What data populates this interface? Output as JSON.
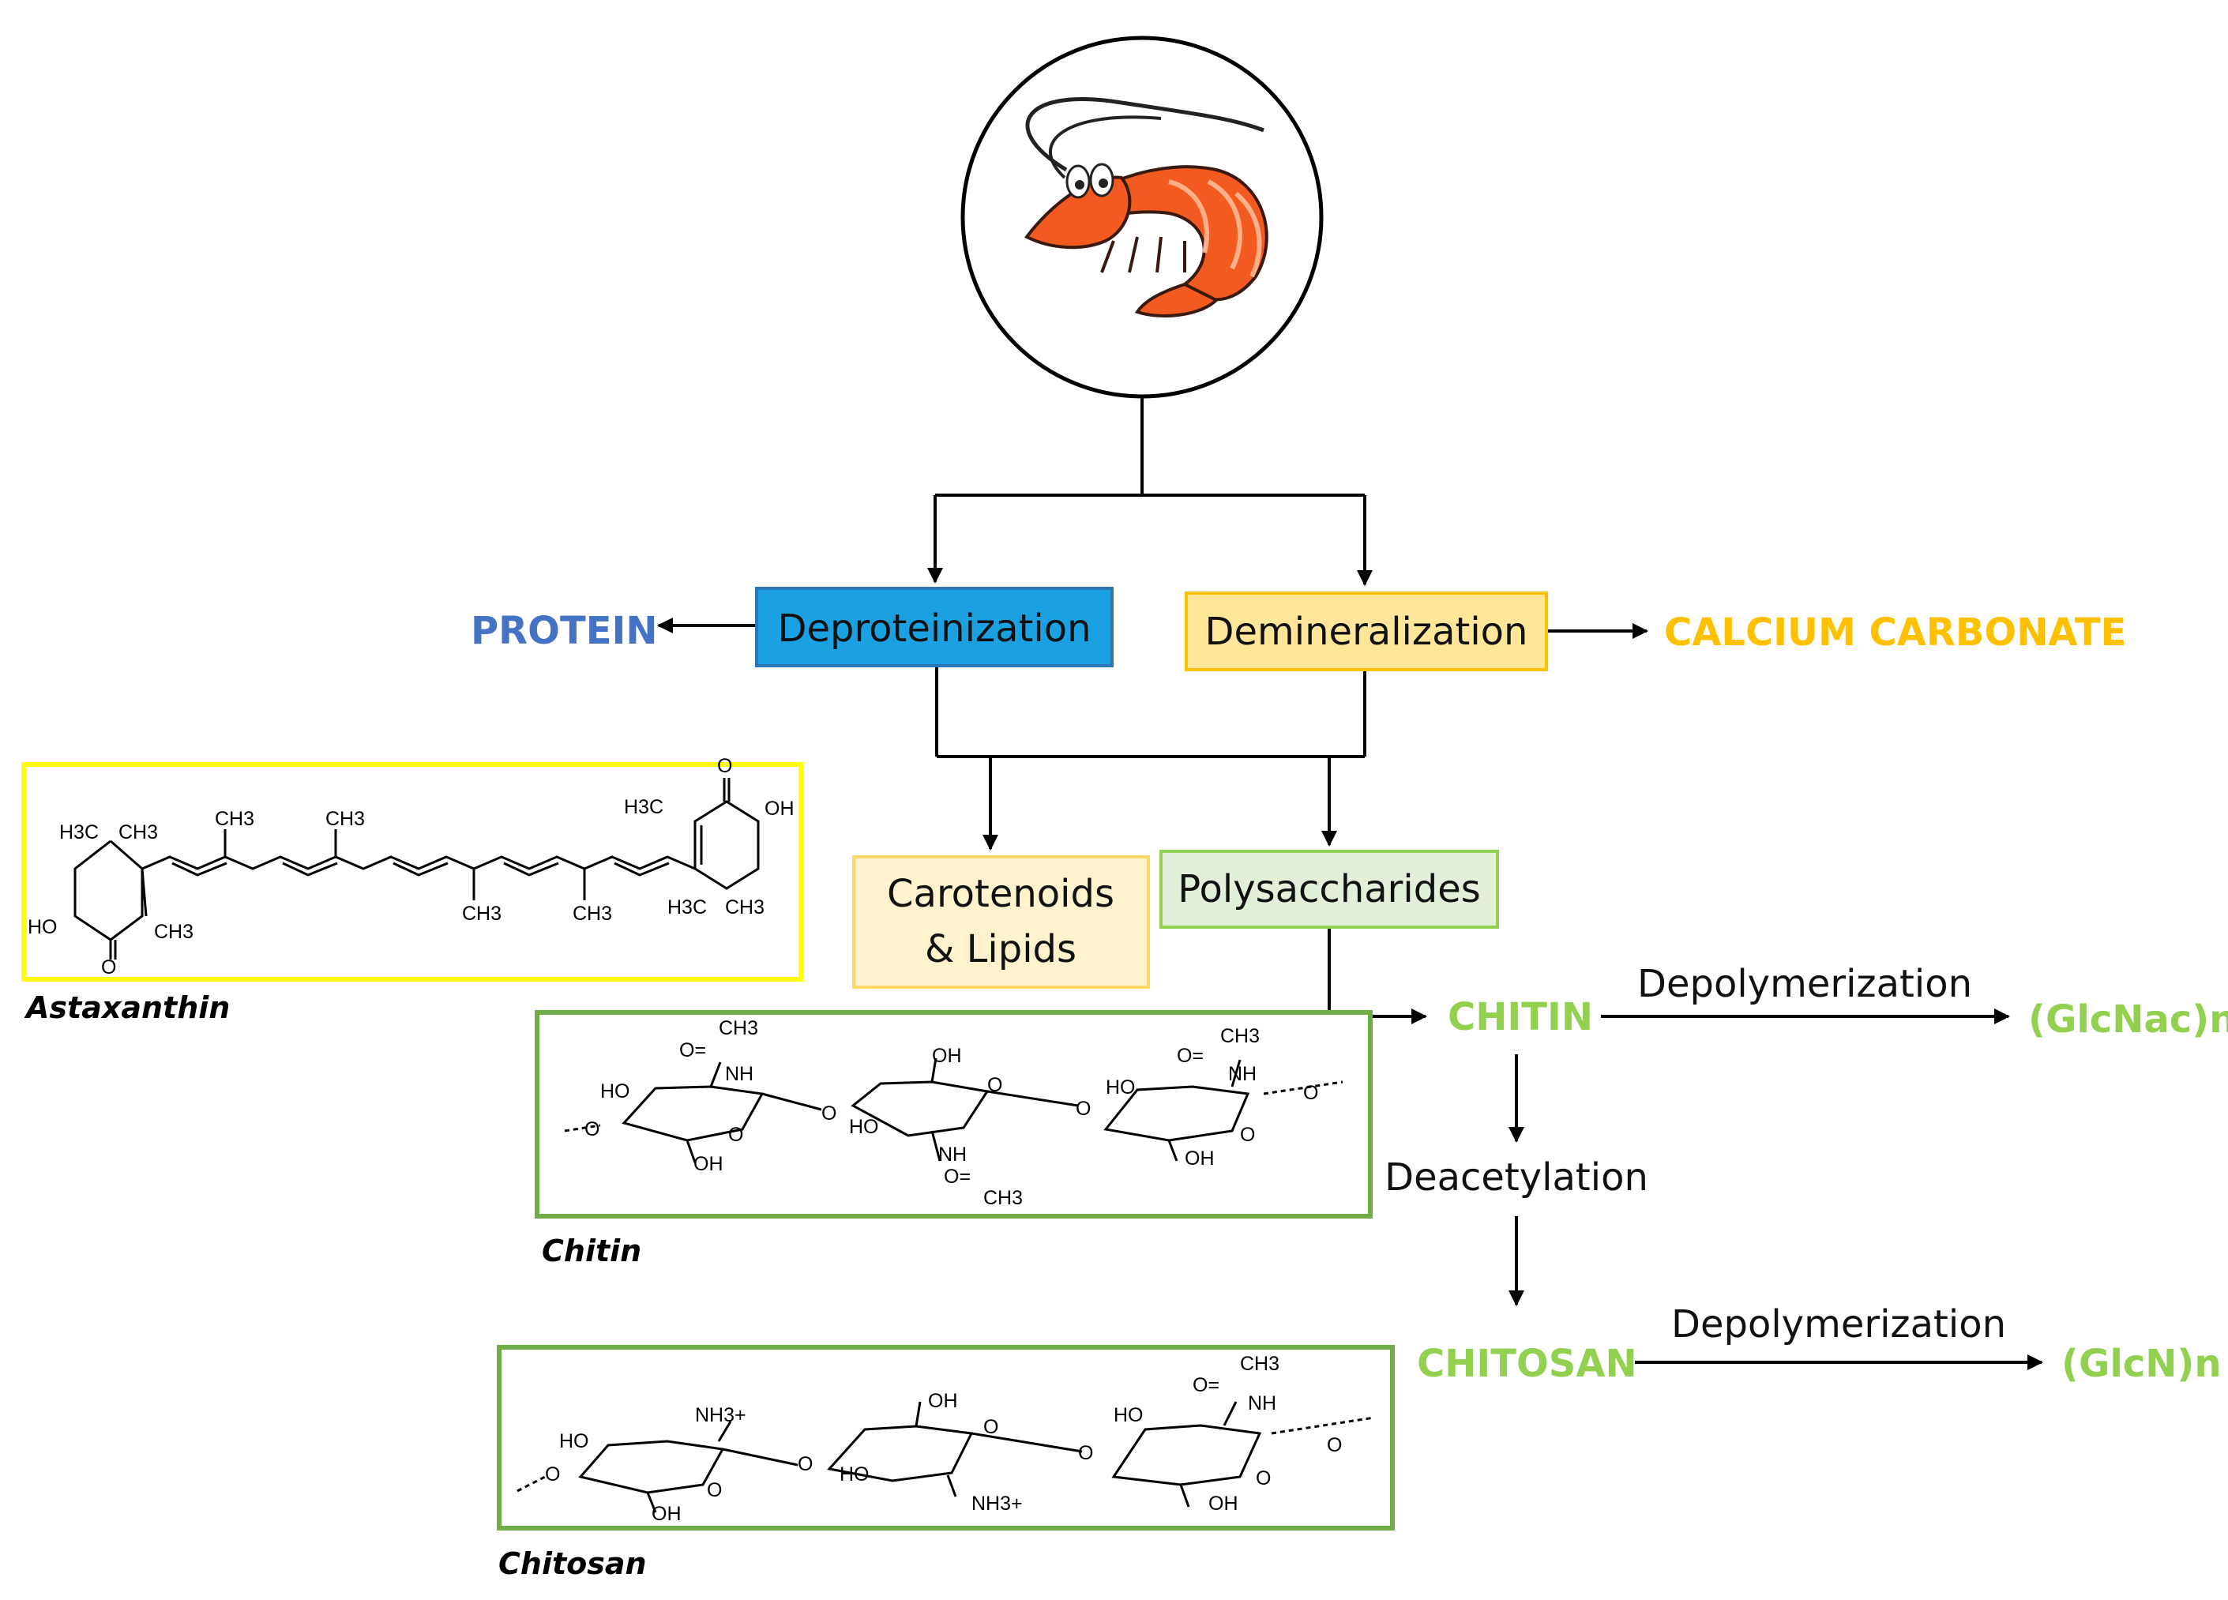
{
  "nodes": {
    "deproteinization": "Deproteinization",
    "demineralization": "Demineralization",
    "carotenoids_line1": "Carotenoids",
    "carotenoids_line2": "& Lipids",
    "polysaccharides": "Polysaccharides"
  },
  "products": {
    "protein": "PROTEIN",
    "calcium_carbonate": "CALCIUM CARBONATE",
    "chitin": "CHITIN",
    "chitosan": "CHITOSAN",
    "glcnac": "(GlcNac)n",
    "glcn": "(GlcN)n"
  },
  "processes": {
    "depolymerization_1": "Depolymerization",
    "depolymerization_2": "Depolymerization",
    "deacetylation": "Deacetylation"
  },
  "captions": {
    "astaxanthin": "Astaxanthin",
    "chitin": "Chitin",
    "chitosan": "Chitosan"
  },
  "chem_labels": {
    "h3c": "H3C",
    "ch3": "CH3",
    "oh": "OH",
    "ho": "HO",
    "o": "O",
    "nh": "NH",
    "nh3": "NH3+",
    "c_eq_o": "O="
  },
  "icons": {
    "shrimp": "shrimp-icon"
  },
  "colors": {
    "deproteinization_fill": "#1ba1e2",
    "deproteinization_border": "#2e75b6",
    "demineralization_fill": "#ffe699",
    "demineralization_border": "#ffc000",
    "carotenoids_fill": "#fff2cc",
    "carotenoids_border": "#ffd966",
    "polysaccharides_fill": "#e2f0d9",
    "polysaccharides_border": "#92d050",
    "protein_text": "#4472c4",
    "calcium_text": "#ffc000",
    "chitin_text": "#92d050",
    "astaxanthin_border": "#ffff00",
    "structure_border": "#70ad47"
  }
}
